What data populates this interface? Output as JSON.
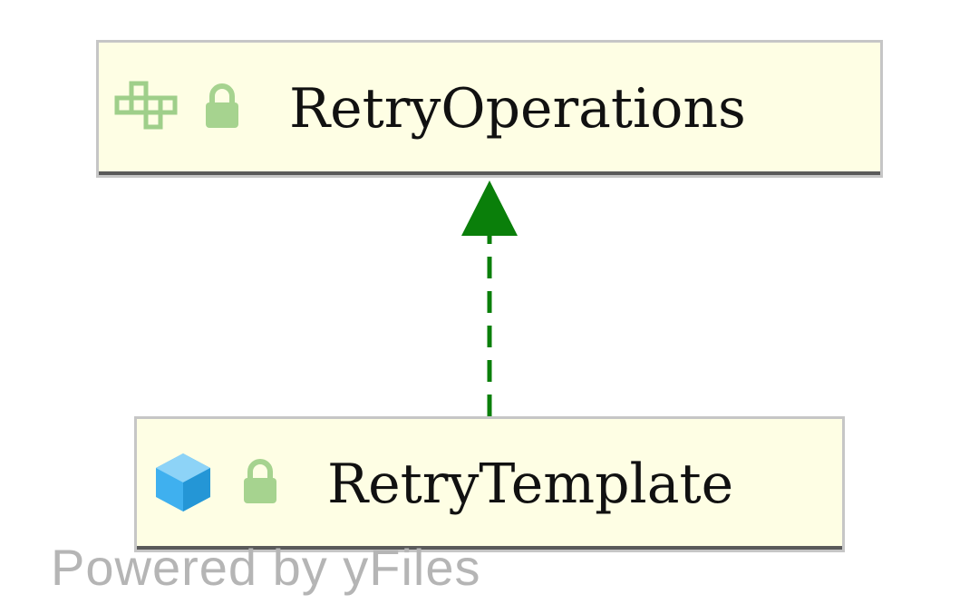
{
  "nodes": {
    "retry_operations": {
      "label": "RetryOperations",
      "type_icon": "interface-icon",
      "visibility_icon": "lock-icon"
    },
    "retry_template": {
      "label": "RetryTemplate",
      "type_icon": "class-icon",
      "visibility_icon": "lock-icon"
    }
  },
  "edges": [
    {
      "from": "RetryTemplate",
      "to": "RetryOperations",
      "style": "dashed",
      "arrow": "hollow-triangle",
      "color": "#0a7f0a"
    }
  ],
  "colors": {
    "node_fill": "#fefee4",
    "node_border": "#c6c6c6",
    "edge": "#0a7f0a",
    "interface_icon": "#9fcf8a",
    "class_icon": "#3fb0ef",
    "lock_icon": "#a6d38f"
  },
  "watermark": "Powered by yFiles"
}
